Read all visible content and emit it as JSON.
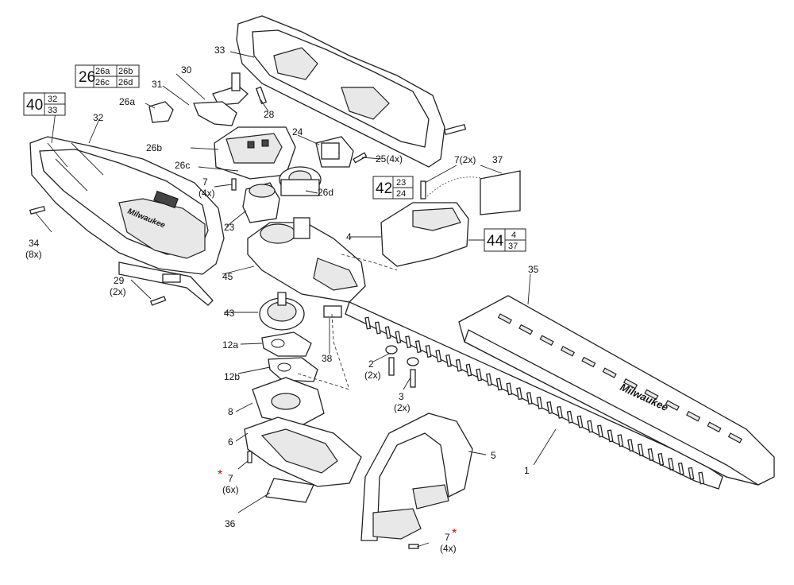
{
  "labels": {
    "p1": "1",
    "p2": "2",
    "p2q": "(2x)",
    "p3": "3",
    "p3q": "(2x)",
    "p4": "4",
    "p5": "5",
    "p6": "6",
    "p7a": "7",
    "p7aq": "(4x)",
    "p7b": "7(2x)",
    "p7c": "7",
    "p7cq": "(6x)",
    "p7d": "7",
    "p7dq": "(4x)",
    "p8": "8",
    "p12a": "12a",
    "p12b": "12b",
    "p23": "23",
    "p24": "24",
    "p25": "25(4x)",
    "p26a": "26a",
    "p26b": "26b",
    "p26c": "26c",
    "p26d": "26d",
    "p28": "28",
    "p29": "29",
    "p29q": "(2x)",
    "p30": "30",
    "p31": "31",
    "p32": "32",
    "p33": "33",
    "p34": "34",
    "p34q": "(8x)",
    "p35": "35",
    "p36": "36",
    "p37": "37",
    "p38": "38",
    "p43": "43",
    "p45": "45",
    "star": "*"
  },
  "assemblies": {
    "a26": {
      "main": "26",
      "sub1": "26a",
      "sub2": "26b",
      "sub3": "26c",
      "sub4": "26d"
    },
    "a40": {
      "main": "40",
      "sub1": "32",
      "sub2": "33"
    },
    "a42": {
      "main": "42",
      "sub1": "23",
      "sub2": "24"
    },
    "a44": {
      "main": "44",
      "sub1": "4",
      "sub2": "37"
    }
  },
  "branding": {
    "logo_text": "Milwaukee"
  },
  "colors": {
    "line": "#222222",
    "highlight_star": "#e00000",
    "background": "#ffffff"
  }
}
